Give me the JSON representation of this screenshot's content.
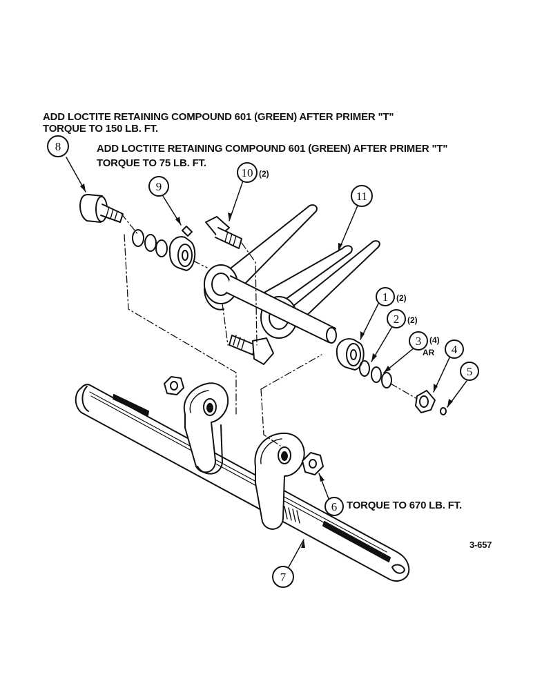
{
  "notes": {
    "top_line1": "ADD LOCTITE RETAINING COMPOUND 601 (GREEN) AFTER PRIMER \"T\"",
    "top_line2": "TORQUE TO 150 LB. FT.",
    "second_line1": "ADD LOCTITE RETAINING COMPOUND 601 (GREEN) AFTER PRIMER \"T\"",
    "second_line2": "TORQUE TO 75 LB. FT.",
    "torque_670": "TORQUE TO 670 LB. FT.",
    "figure_number": "3-657"
  },
  "callouts": [
    {
      "num": "1",
      "qty": "(2)"
    },
    {
      "num": "2",
      "qty": "(2)"
    },
    {
      "num": "3",
      "qty": "(4)",
      "extra": "AR"
    },
    {
      "num": "4",
      "qty": ""
    },
    {
      "num": "5",
      "qty": ""
    },
    {
      "num": "6",
      "qty": ""
    },
    {
      "num": "7",
      "qty": ""
    },
    {
      "num": "8",
      "qty": ""
    },
    {
      "num": "9",
      "qty": ""
    },
    {
      "num": "10",
      "qty": "(2)"
    },
    {
      "num": "11",
      "qty": ""
    }
  ]
}
